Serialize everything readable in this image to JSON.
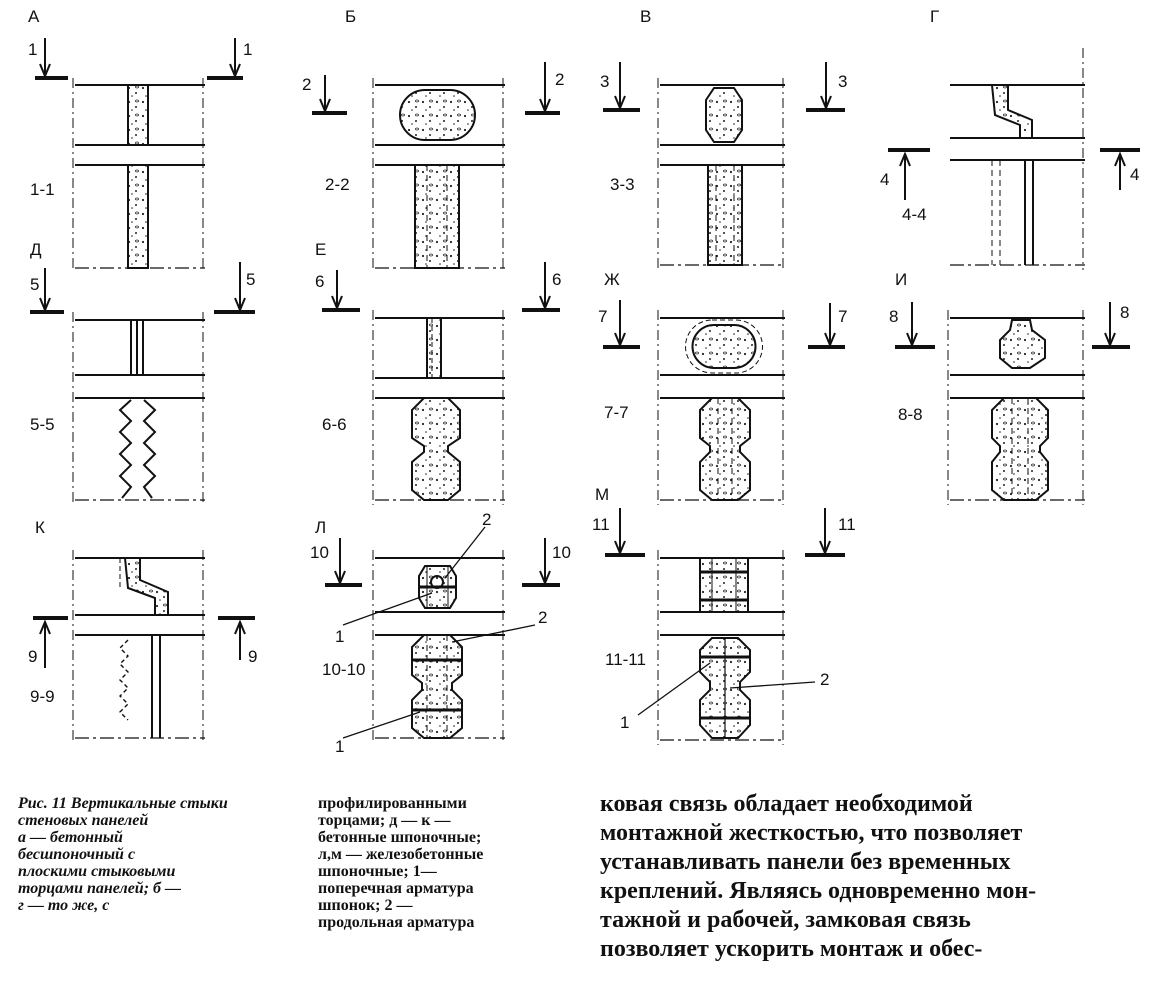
{
  "figure": {
    "variants": {
      "a": "А",
      "b": "Б",
      "v": "В",
      "g": "Г",
      "d": "Д",
      "e": "Е",
      "zh": "Ж",
      "i": "И",
      "k": "К",
      "l": "Л",
      "m": "М"
    },
    "sections": {
      "s1": "1-1",
      "s2": "2-2",
      "s3": "3-3",
      "s4": "4-4",
      "s5": "5-5",
      "s6": "6-6",
      "s7": "7-7",
      "s8": "8-8",
      "s9": "9-9",
      "s10": "10-10",
      "s11": "11-11"
    },
    "marks": {
      "n1": "1",
      "n2": "2",
      "n3": "3",
      "n4": "4",
      "n5": "5",
      "n6": "6",
      "n7": "7",
      "n8": "8",
      "n9": "9",
      "n10": "10",
      "n11": "11"
    },
    "callouts": {
      "c1": "1",
      "c2": "2"
    }
  },
  "caption": {
    "title": "Рис. 11 Вертикальные стыки стеновых панелей",
    "lines": [
      "а — бетонный",
      "бесшпоночный с",
      "плоскими стыковыми",
      "торцами панелей; б —",
      "г — то же, с"
    ]
  },
  "legend_col2": [
    "профилированными",
    "торцами; д — к —",
    "бетонные шпоночные;",
    "л,м — железобетонные",
    "шпоночные; 1—",
    "поперечная арматура",
    "шпонок; 2 —",
    "продольная арматура"
  ],
  "body_text": [
    "ковая связь обладает необходимой",
    "монтажной жесткостью, что позволяет",
    "устанавливать панели без временных",
    "креплений. Являясь одновременно мон-",
    "тажной и рабочей, замковая связь",
    "позволяет ускорить монтаж и обес-"
  ]
}
